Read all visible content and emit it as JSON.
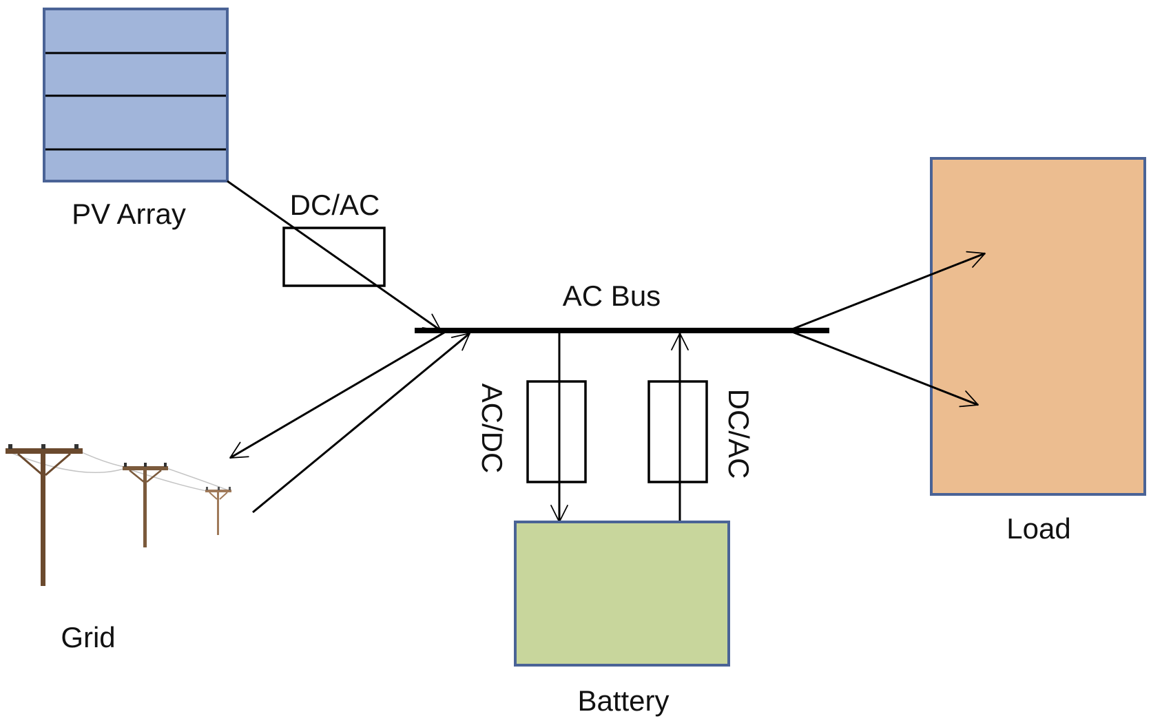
{
  "labels": {
    "pv_array": "PV Array",
    "pv_converter": "DC/AC",
    "ac_bus": "AC Bus",
    "charger": "AC/DC",
    "discharger": "DC/AC",
    "grid": "Grid",
    "battery": "Battery",
    "load": "Load"
  },
  "colors": {
    "pv_fill": "#a1b5da",
    "box_border": "#4a6396",
    "battery_fill": "#c8d69c",
    "load_fill": "#ecbd90",
    "line": "#000000",
    "pole": "#6b4a2e"
  },
  "icons": {
    "grid": "power-line-icon"
  }
}
